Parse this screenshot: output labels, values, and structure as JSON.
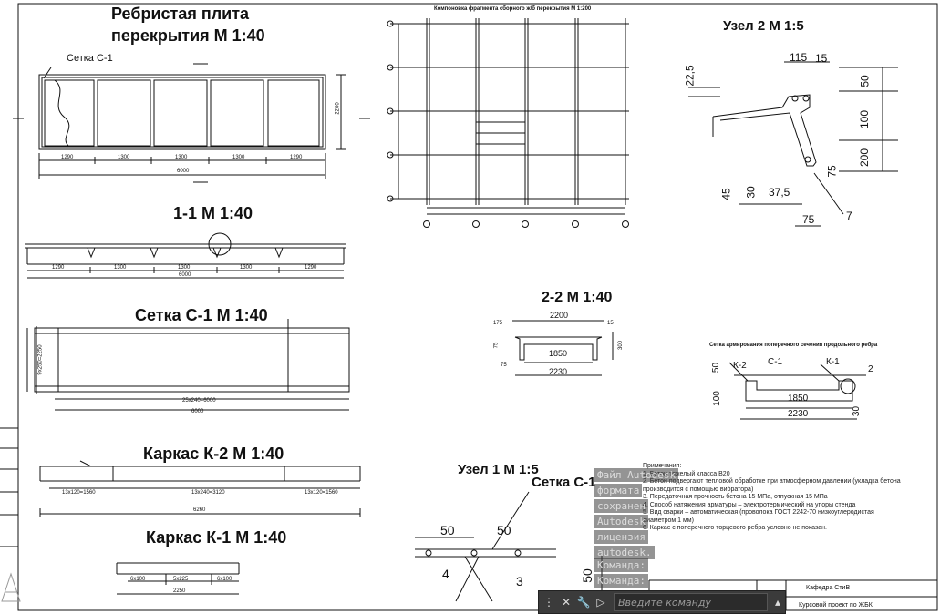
{
  "titles": {
    "main_line1": "Ребристая плита",
    "main_line2": "перекрытия М 1:40",
    "section_1_1": "1-1 М 1:40",
    "mesh_c1": "Сетка С-1 М 1:40",
    "frame_k2": "Каркас К-2 М 1:40",
    "frame_k1": "Каркас К-1 М 1:40",
    "plan": "Компоновка фрагмента сборного ж/б перекрытия М 1:200",
    "node2": "Узел 2 М 1:5",
    "section_2_2": "2-2 М 1:40",
    "rib_section": "Сетка армирования поперечного сечения продольного ребра",
    "node1": "Узел 1 М 1:5"
  },
  "labels": {
    "mesh_c1_leader": "Сетка С-1",
    "mesh_c1_node1": "Сетка С-1",
    "c1": "С-1",
    "k1": "К-1",
    "k2": "К-2"
  },
  "dims": {
    "slab_bays": [
      "1290",
      "1300",
      "1300",
      "1300",
      "1290"
    ],
    "slab_total": "6000",
    "slab_height": "2200",
    "sec11_bays": [
      "1290",
      "1300",
      "1300",
      "1300",
      "1290"
    ],
    "sec11_total": "6000",
    "mesh_bottom": "25x240=6000",
    "mesh_total": "6000",
    "mesh_left": "9x250=2250",
    "k2_segments": [
      "13x120=1560",
      "13x240=3120",
      "13x120=1560"
    ],
    "k2_total": "6260",
    "k1_segments": [
      "6x100",
      "5x225",
      "6x100"
    ],
    "k1_total": "2250",
    "node2": [
      "115",
      "15",
      "22,5",
      "50",
      "100",
      "200",
      "75",
      "45",
      "30",
      "37,5",
      "75",
      "7"
    ],
    "sec22_top": "2200",
    "sec22_inner": "1850",
    "sec22_bottom": "2230",
    "sec22_side": [
      "175",
      "15",
      "300",
      "75",
      "75"
    ],
    "rib_inner": "1850",
    "rib_bottom": "2230",
    "rib_side": [
      "50",
      "100",
      "30",
      "2"
    ],
    "node1": [
      "50",
      "50",
      "4",
      "3",
      "50"
    ]
  },
  "notes": {
    "heading": "Примечания:",
    "items": [
      "1. Бетон тяжелый класса В20",
      "2. Бетон подвергают тепловой обработке при атмосферном давлении (укладка бетона производится с помощью вибратора)",
      "3. Передаточная прочность бетона 15 МПа, отпускная 15 МПа",
      "4. Способ натяжения арматуры – электротермический на упоры стенда",
      "5. Вид сварки – автоматическая (проволока ГОСТ 2242-70 низкоуглеродистая диаметром 1 мм)",
      "6. Каркас с поперечного торцевого ребра условно не показан."
    ]
  },
  "title_block": {
    "dept": "Кафедра СтиВ",
    "project": "Курсовой проект по ЖБК"
  },
  "autocad_overlay": [
    "Файл Autodesk",
    "формата",
    "сохранен",
    "Autodesk",
    "лицензия",
    "autodesk."
  ],
  "command_history": [
    "Команда:",
    "Команда:"
  ],
  "command_bar": {
    "placeholder": "Введите команду",
    "prompt": "▷"
  },
  "colors": {
    "line": "#111111",
    "overlay_bg": "#5a5a5a",
    "cmdbar_bg": "#3b3b3b"
  }
}
